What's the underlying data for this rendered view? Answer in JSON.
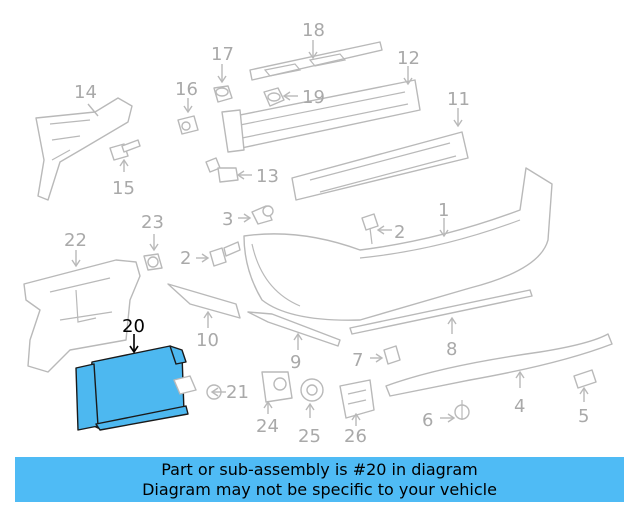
{
  "diagram": {
    "highlight_color": "#4db8f0",
    "callouts": {
      "c1": "1",
      "c2a": "2",
      "c2b": "2",
      "c3": "3",
      "c4": "4",
      "c5": "5",
      "c6": "6",
      "c7": "7",
      "c8": "8",
      "c9": "9",
      "c10": "10",
      "c11": "11",
      "c12": "12",
      "c13": "13",
      "c14": "14",
      "c15": "15",
      "c16": "16",
      "c17": "17",
      "c18": "18",
      "c19": "19",
      "c20": "20",
      "c21": "21",
      "c22": "22",
      "c23": "23",
      "c24": "24",
      "c25": "25",
      "c26": "26"
    }
  },
  "banner": {
    "line1": "Part or sub-assembly is #20 in diagram",
    "line2": "Diagram may not be specific to your vehicle",
    "color": "#4fbbf5"
  }
}
